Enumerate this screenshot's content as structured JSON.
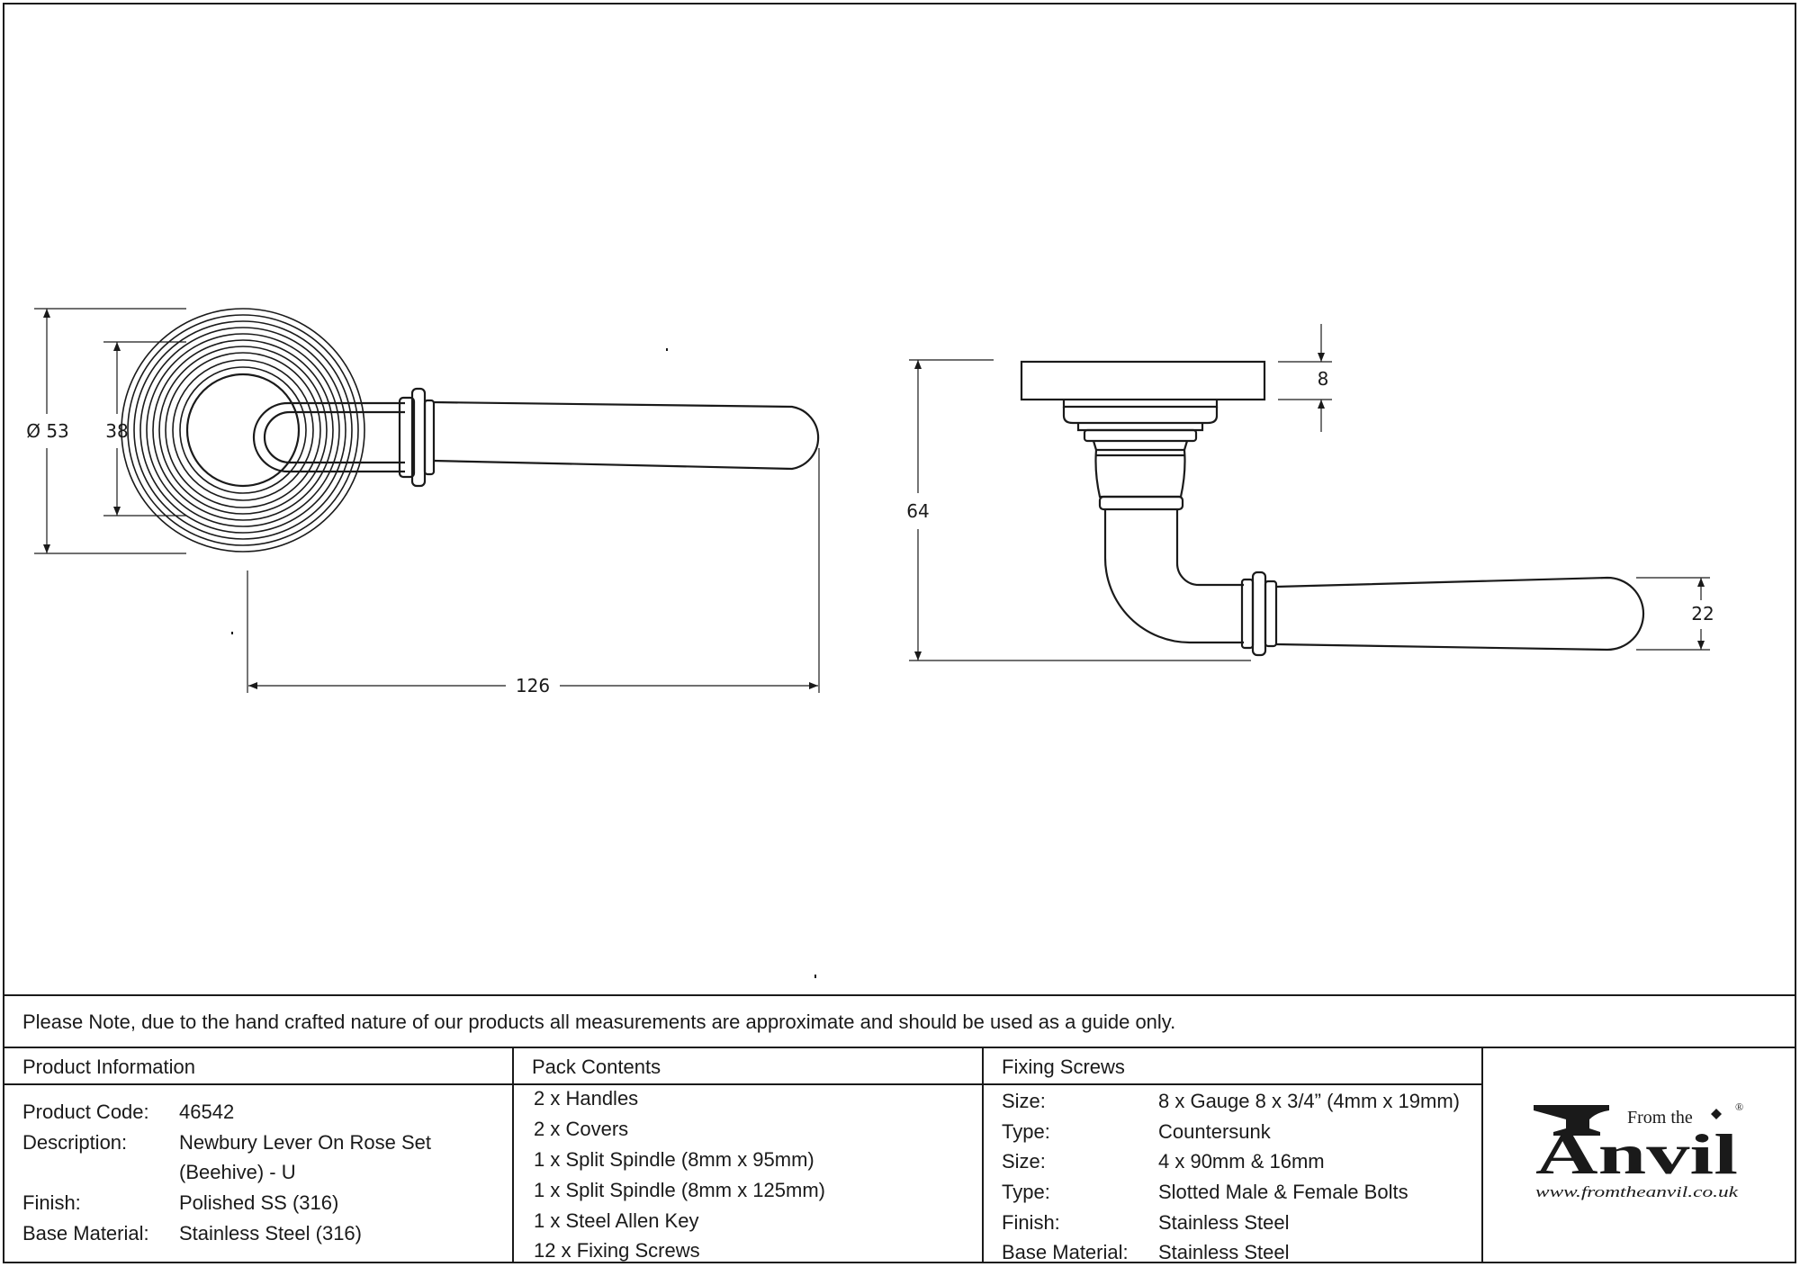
{
  "drawing": {
    "front_view": {
      "dim_rose_diameter": "Ø 53",
      "dim_inner_rose": "38",
      "dim_length": "126"
    },
    "side_view": {
      "dim_rose_thickness": "8",
      "dim_projection": "64",
      "dim_lever_height": "22"
    }
  },
  "note": "Please Note, due to the hand crafted nature of our products all measurements are approximate and should be used as a guide only.",
  "product_information": {
    "heading": "Product Information",
    "rows": [
      {
        "label": "Product Code:",
        "value": "46542"
      },
      {
        "label": "Description:",
        "value": "Newbury Lever On Rose Set"
      },
      {
        "label": "",
        "value": "(Beehive) - U"
      },
      {
        "label": "Finish:",
        "value": "Polished SS (316)"
      },
      {
        "label": "Base Material:",
        "value": "Stainless Steel (316)"
      }
    ]
  },
  "pack_contents": {
    "heading": "Pack Contents",
    "items": [
      "2 x Handles",
      "2 x Covers",
      "1 x Split Spindle (8mm x 95mm)",
      "1 x Split Spindle (8mm x 125mm)",
      "1 x Steel Allen Key",
      "12 x Fixing Screws"
    ]
  },
  "fixing_screws": {
    "heading": "Fixing Screws",
    "rows": [
      {
        "label": "Size:",
        "value": "8 x Gauge 8 x 3/4” (4mm x 19mm)"
      },
      {
        "label": "Type:",
        "value": "Countersunk"
      },
      {
        "label": "Size:",
        "value": "4 x 90mm & 16mm"
      },
      {
        "label": "Type:",
        "value": "Slotted Male & Female Bolts"
      },
      {
        "label": "Finish:",
        "value": "Stainless Steel"
      },
      {
        "label": "Base Material:",
        "value": "Stainless Steel"
      }
    ]
  },
  "logo": {
    "from_the": "From the",
    "anvil": "Anvil",
    "registered": "®",
    "url": "www.fromtheanvil.co.uk"
  }
}
